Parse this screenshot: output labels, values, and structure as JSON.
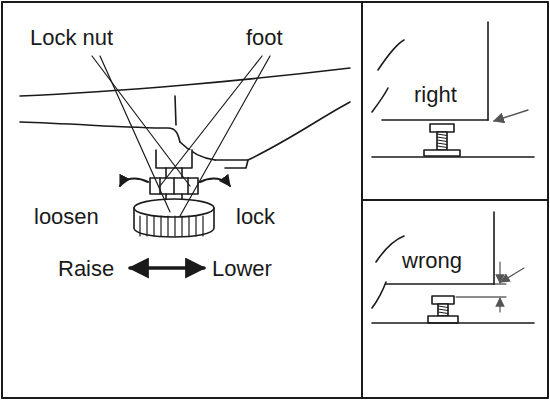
{
  "diagram": {
    "labels": [
      "Lock nut",
      "foot",
      "loosen",
      "lock",
      "Raise",
      "Lower",
      "right",
      "wrong"
    ]
  }
}
